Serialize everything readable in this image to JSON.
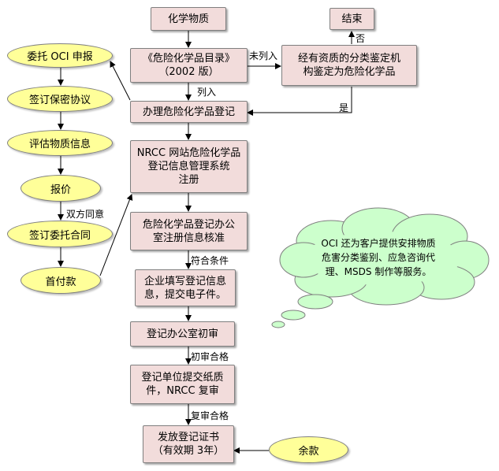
{
  "boxes": {
    "chemical": "化学物质",
    "catalog_line1": "《危险化学品目录》",
    "catalog_line2": "（2002 版）",
    "end": "结束",
    "qualified_line1": "经有资质的分类鉴定机",
    "qualified_line2": "构鉴定为危险化学品",
    "handle_registration": "办理危险化学品登记",
    "nrcc_line1": "NRCC 网站危险化学品",
    "nrcc_line2": "登记信息管理系统",
    "nrcc_line3": "注册",
    "office_verify_line1": "危险化学品登记办公",
    "office_verify_line2": "室注册信息核准",
    "fill_info_line1": "企业填写登记信息",
    "fill_info_line2": "息，提交电子件。",
    "first_review": "登记办公室初审",
    "paper_line1": "登记单位提交纸质",
    "paper_line2": "件，NRCC 复审",
    "certificate_line1": "发放登记证书",
    "certificate_line2": "（有效期 3年）"
  },
  "ovals": {
    "entrust": "委托 OCI 申报",
    "nda": "签订保密协议",
    "evaluate": "评估物质信息",
    "quote": "报价",
    "contract": "签订委托合同",
    "down_payment": "首付款",
    "balance": "余款"
  },
  "labels": {
    "not_listed": "未列入",
    "listed": "列入",
    "no": "否",
    "yes": "是",
    "both_agree": "双方同意",
    "meets_conditions": "符合条件",
    "first_pass": "初审合格",
    "second_pass": "复审合格"
  },
  "cloud": {
    "line1": "OCI 还为客户提供安排物质",
    "line2": "危害分类鉴别、应急咨询代",
    "line3": "理、MSDS 制作等服务。"
  },
  "colors": {
    "box_fill": "#f2dcdb",
    "oval_fill": "#ffff99",
    "cloud_fill": "#ccffcc"
  }
}
